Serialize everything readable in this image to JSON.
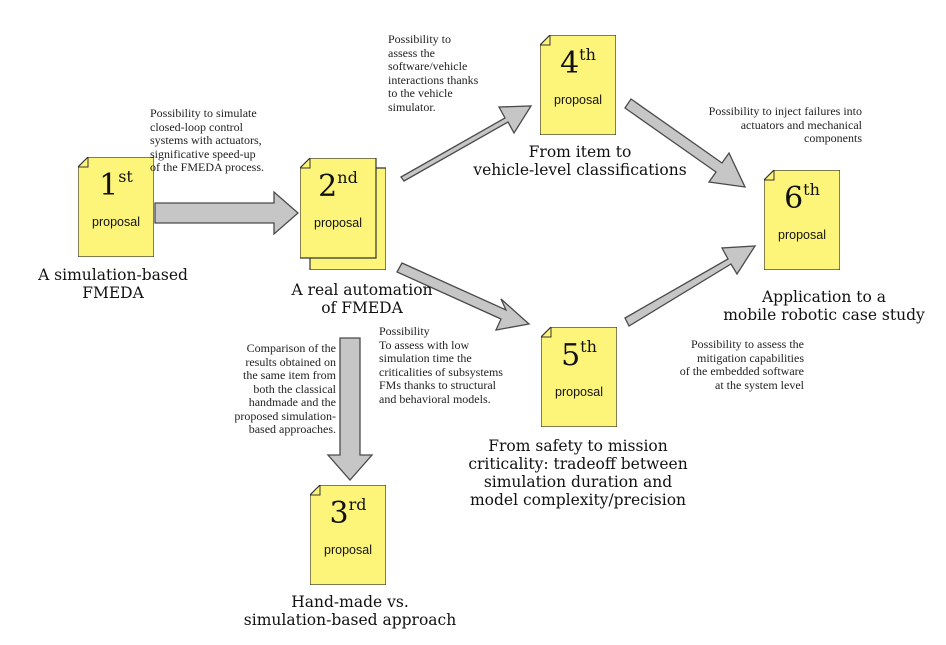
{
  "proposals": [
    {
      "id": "p1",
      "number": "1",
      "suffix": "st",
      "label": "proposal",
      "title": [
        "A simulation-based",
        "FMEDA"
      ]
    },
    {
      "id": "p2",
      "number": "2",
      "suffix": "nd",
      "label": "proposal",
      "title": [
        "A real automation",
        "of FMEDA"
      ]
    },
    {
      "id": "p3",
      "number": "3",
      "suffix": "rd",
      "label": "proposal",
      "title": [
        "Hand-made vs.",
        "simulation-based approach"
      ]
    },
    {
      "id": "p4",
      "number": "4",
      "suffix": "th",
      "label": "proposal",
      "title": [
        "From item to",
        "vehicle-level classifications"
      ]
    },
    {
      "id": "p5",
      "number": "5",
      "suffix": "th",
      "label": "proposal",
      "title": [
        "From safety to mission",
        "criticality: tradeoff between",
        "simulation duration and",
        "model complexity/precision"
      ]
    },
    {
      "id": "p6",
      "number": "6",
      "suffix": "th",
      "label": "proposal",
      "title": [
        "Application to a",
        "mobile robotic case study"
      ]
    }
  ],
  "annotations": {
    "a12": [
      "Possibility to simulate",
      "closed-loop control",
      "systems with actuators,",
      "significative speed-up",
      "of the FMEDA process."
    ],
    "a24": [
      "Possibility to",
      "assess the",
      "software/vehicle",
      "interactions thanks",
      "to the vehicle",
      "simulator."
    ],
    "a23": [
      "Comparison of the",
      "results obtained on",
      "the same item from",
      "both the classical",
      "handmade and the",
      "proposed simulation-",
      "based approaches."
    ],
    "a25": [
      "Possibility",
      "To assess with low",
      "simulation time the",
      "criticalities of subsystems",
      "FMs thanks to structural",
      "and behavioral models."
    ],
    "a46": [
      "Possibility to inject failures into",
      "actuators and mechanical",
      "components"
    ],
    "a56": [
      "Possibility to assess the",
      "mitigation capabilities",
      "of the embedded software",
      "at the system level"
    ]
  },
  "colors": {
    "doc_fill": "#fdf57a",
    "doc_stroke": "#333333",
    "arrow_fill": "#c6c6c6",
    "arrow_stroke": "#4a4a4a"
  }
}
